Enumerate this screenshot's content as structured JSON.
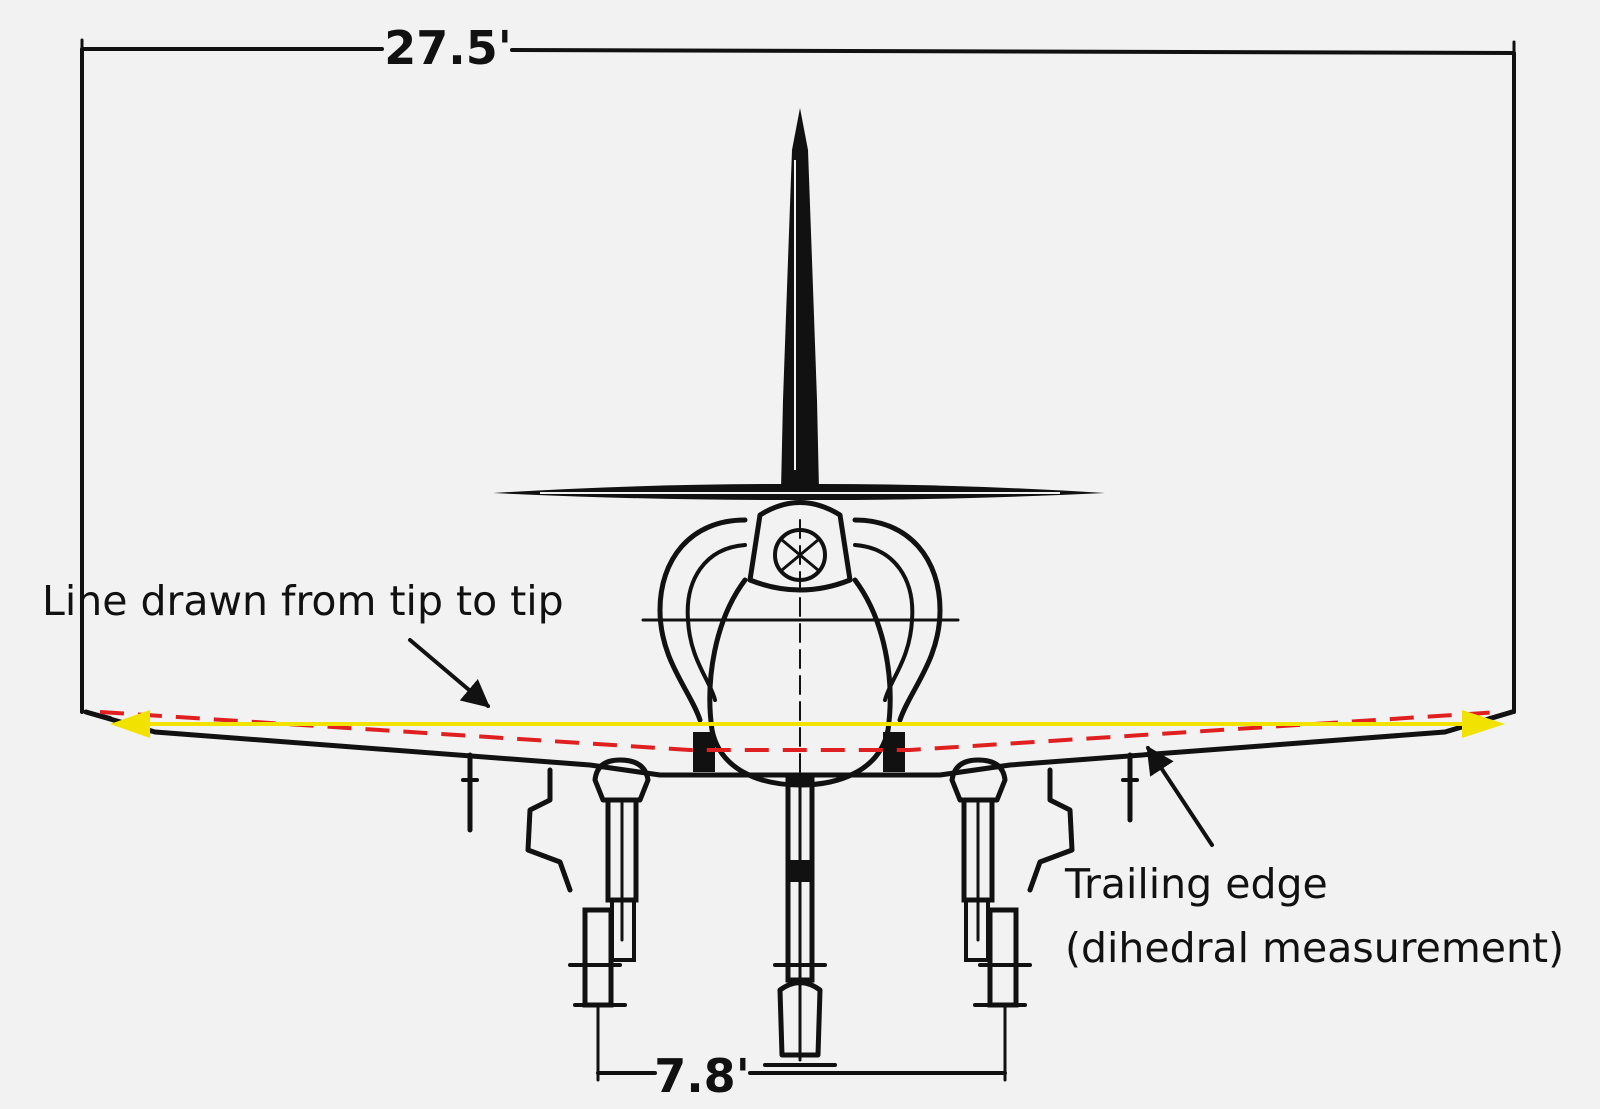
{
  "dimensions": {
    "span_label": "27.5'",
    "track_label": "7.8'"
  },
  "annotations": {
    "tip_line_label": "Line drawn from tip to tip",
    "trailing_edge_line1": "Trailing edge",
    "trailing_edge_line2": "(dihedral measurement)"
  },
  "colors": {
    "background": "#f2f2f2",
    "ink": "#111111",
    "tip_line": "#f2e200",
    "trailing_edge_line": "#e02020"
  }
}
